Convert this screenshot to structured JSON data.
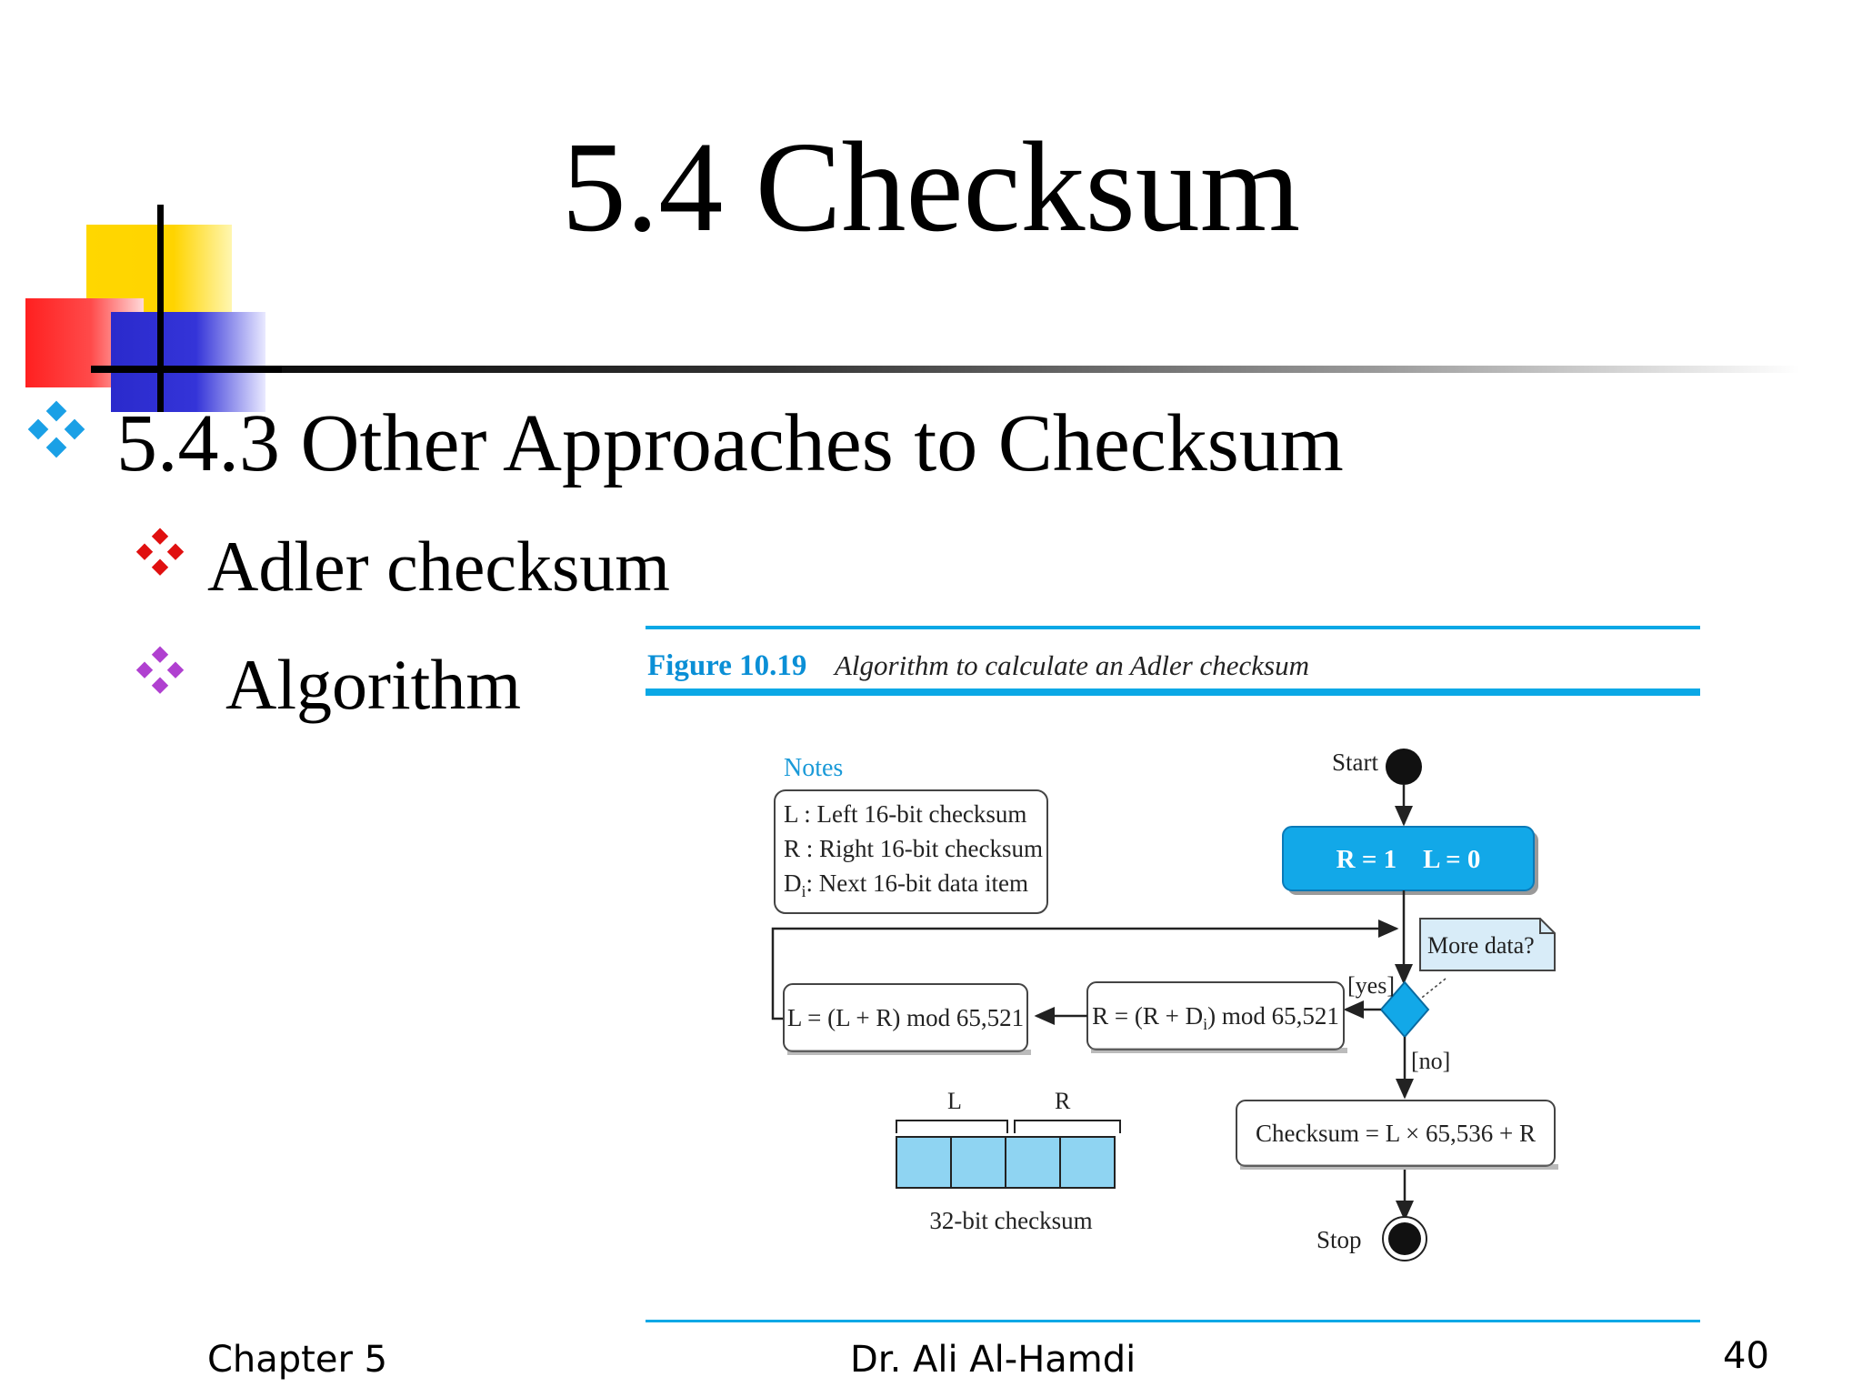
{
  "slide": {
    "title": "5.4 Checksum",
    "level1": "5.4.3  Other Approaches to Checksum",
    "level2_items": [
      "Adler checksum",
      " Algorithm"
    ]
  },
  "colors": {
    "accent_cyan": "#0aa8e6",
    "bullet_blue": "#1aa0e6",
    "bullet_red": "#e01010",
    "bullet_purple": "#b040d0"
  },
  "figure": {
    "label": "Figure 10.19",
    "caption": "Algorithm to calculate an Adler checksum",
    "notes_title": "Notes",
    "notes": [
      {
        "sym": "L",
        "text": " : Left 16-bit checksum"
      },
      {
        "sym": "R",
        "text": " : Right 16-bit checksum"
      },
      {
        "sym": "D",
        "sub": "i",
        "text": ": Next 16-bit data item"
      }
    ],
    "start_label": "Start",
    "init_box": "R = 1    L = 0",
    "more_data_note": "More data?",
    "yes_label": "[yes]",
    "no_label": "[no]",
    "l_update": "L = (L + R) mod 65,521",
    "r_update_pre": "R = (R + D",
    "r_update_sub": "i",
    "r_update_post": ") mod 65,521",
    "result_box": "Checksum = L × 65,536 + R",
    "stop_label": "Stop",
    "layout_l": "L",
    "layout_r": "R",
    "layout_caption": "32-bit checksum"
  },
  "footer": {
    "chapter": "Chapter 5",
    "author": "Dr. Ali Al-Hamdi",
    "page": "40"
  }
}
